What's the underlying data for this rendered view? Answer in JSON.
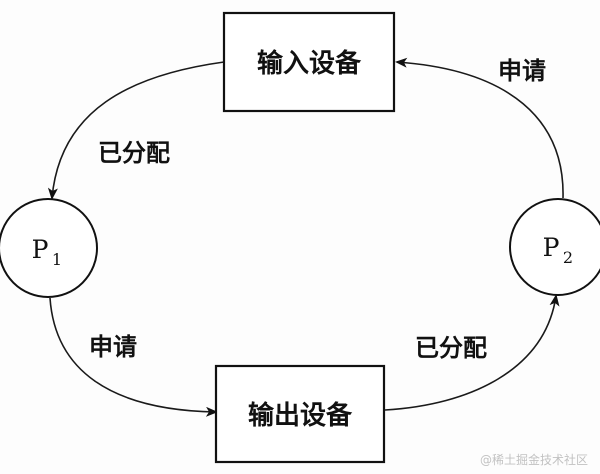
{
  "nodes": {
    "input_device": {
      "label": "输入设备"
    },
    "output_device": {
      "label": "输出设备"
    },
    "p1": {
      "label": "P",
      "subscript": "1"
    },
    "p2": {
      "label": "P",
      "subscript": "2"
    }
  },
  "edges": {
    "input_to_p1": {
      "label": "已分配"
    },
    "p1_to_output": {
      "label": "申请"
    },
    "output_to_p2": {
      "label": "已分配"
    },
    "p2_to_input": {
      "label": "申请"
    }
  },
  "watermark": {
    "text": "@稀土掘金技术社区"
  }
}
